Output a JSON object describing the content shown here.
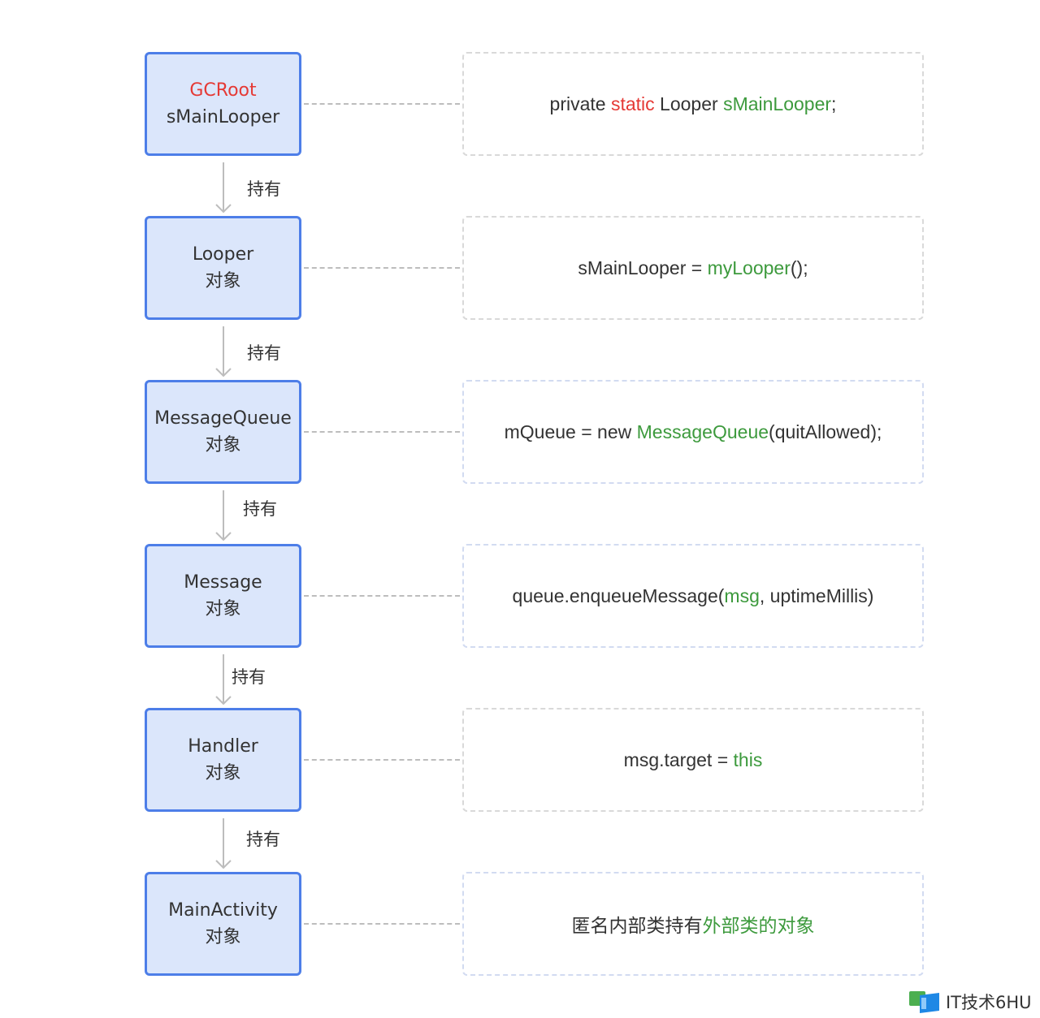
{
  "rows": [
    {
      "node": {
        "line1": "GCRoot",
        "line1_color": "#e53935",
        "line2": "sMainLooper"
      },
      "code": [
        {
          "text": "private ",
          "style": "normal"
        },
        {
          "text": "static",
          "style": "red"
        },
        {
          "text": " Looper ",
          "style": "normal"
        },
        {
          "text": "sMainLooper",
          "style": "green"
        },
        {
          "text": ";",
          "style": "normal"
        }
      ]
    },
    {
      "node": {
        "line1": "Looper",
        "line2": "对象"
      },
      "code": [
        {
          "text": "sMainLooper = ",
          "style": "normal"
        },
        {
          "text": "myLooper",
          "style": "green"
        },
        {
          "text": "();",
          "style": "normal"
        }
      ]
    },
    {
      "node": {
        "line1": "MessageQueue",
        "line2": "对象"
      },
      "code": [
        {
          "text": "mQueue = new ",
          "style": "normal"
        },
        {
          "text": "MessageQueue",
          "style": "green"
        },
        {
          "text": "(quitAllowed);",
          "style": "normal"
        }
      ]
    },
    {
      "node": {
        "line1": "Message",
        "line2": "对象"
      },
      "code": [
        {
          "text": "queue.enqueueMessage(",
          "style": "normal"
        },
        {
          "text": "msg",
          "style": "green"
        },
        {
          "text": ", uptimeMillis)",
          "style": "normal"
        }
      ]
    },
    {
      "node": {
        "line1": "Handler",
        "line2": "对象"
      },
      "code": [
        {
          "text": "msg.target = ",
          "style": "normal"
        },
        {
          "text": "this",
          "style": "green"
        }
      ]
    },
    {
      "node": {
        "line1": "MainActivity",
        "line2": "对象"
      },
      "code": [
        {
          "text": "匿名内部类持有",
          "style": "normal"
        },
        {
          "text": "外部类的对象",
          "style": "green"
        }
      ]
    }
  ],
  "edge_label": "持有",
  "colors": {
    "node_fill": "#dbe6fb",
    "node_border": "#4d7ee8",
    "text": "#333333",
    "keyword_red": "#e53935",
    "identifier_green": "#3d9a3d",
    "dashed_border": "#d9d9d9",
    "connector": "#bdbdbd",
    "arrow": "#bdbdbd"
  },
  "watermark": {
    "text": "IT技术6HU",
    "icon": "logo-icon"
  }
}
